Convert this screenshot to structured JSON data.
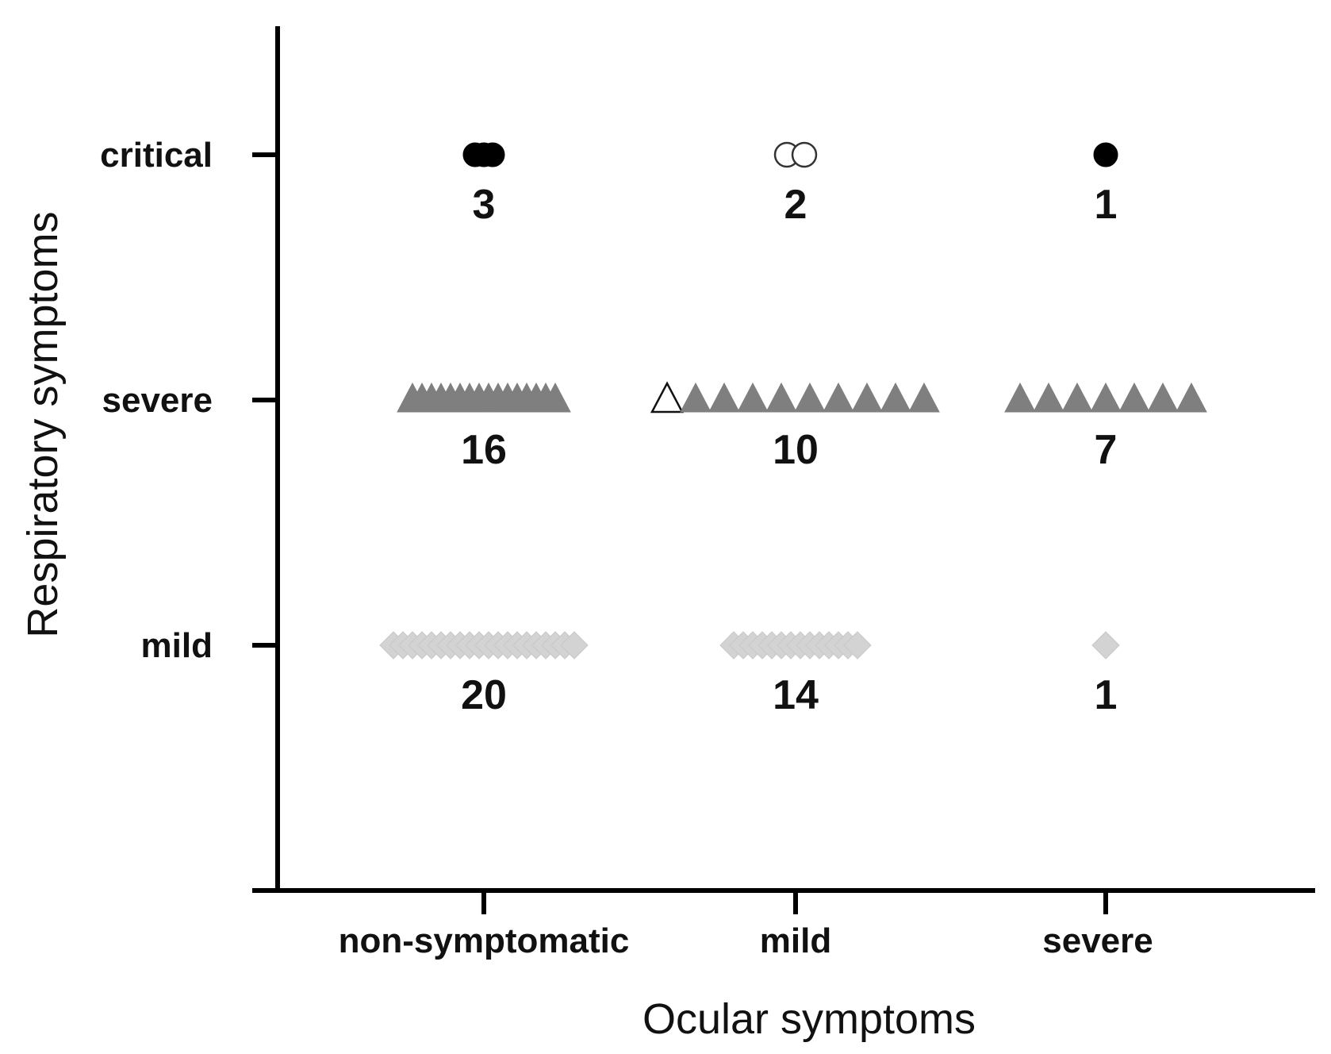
{
  "chart_data": {
    "type": "scatter",
    "xlabel": "Ocular symptoms",
    "ylabel": "Respiratory symptoms",
    "x_categories": [
      "non-symptomatic",
      "mild",
      "severe"
    ],
    "y_categories": [
      "mild",
      "severe",
      "critical"
    ],
    "grid": false,
    "cells": [
      {
        "x": "non-symptomatic",
        "y": "critical",
        "count": 3,
        "label": "3",
        "marker": "circle",
        "color": "#000000",
        "open_count": 0
      },
      {
        "x": "mild",
        "y": "critical",
        "count": 2,
        "label": "2",
        "marker": "circle-open",
        "color": "#000000",
        "open_count": 2
      },
      {
        "x": "severe",
        "y": "critical",
        "count": 1,
        "label": "1",
        "marker": "circle",
        "color": "#000000",
        "open_count": 0
      },
      {
        "x": "non-symptomatic",
        "y": "severe",
        "count": 16,
        "label": "16",
        "marker": "triangle",
        "color": "#7f7f7f",
        "open_count": 0
      },
      {
        "x": "mild",
        "y": "severe",
        "count": 10,
        "label": "10",
        "marker": "triangle",
        "color": "#7f7f7f",
        "open_count": 1
      },
      {
        "x": "severe",
        "y": "severe",
        "count": 7,
        "label": "7",
        "marker": "triangle",
        "color": "#7f7f7f",
        "open_count": 0
      },
      {
        "x": "non-symptomatic",
        "y": "mild",
        "count": 20,
        "label": "20",
        "marker": "diamond",
        "color": "#d3d3d3",
        "open_count": 0
      },
      {
        "x": "mild",
        "y": "mild",
        "count": 14,
        "label": "14",
        "marker": "diamond",
        "color": "#d3d3d3",
        "open_count": 0
      },
      {
        "x": "severe",
        "y": "mild",
        "count": 1,
        "label": "1",
        "marker": "diamond",
        "color": "#d3d3d3",
        "open_count": 0
      }
    ]
  }
}
